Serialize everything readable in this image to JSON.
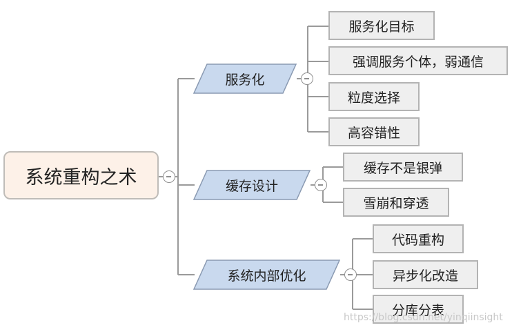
{
  "root": {
    "label": "系统重构之术"
  },
  "branches": [
    {
      "label": "服务化",
      "children": [
        "服务化目标",
        "强调服务个体，弱通信",
        "粒度选择",
        "高容错性"
      ]
    },
    {
      "label": "缓存设计",
      "children": [
        "缓存不是银弹",
        "雪崩和穿透"
      ]
    },
    {
      "label": "系统内部优化",
      "children": [
        "代码重构",
        "异步化改造",
        "分库分表"
      ]
    }
  ],
  "watermark": "https://blog.csdn.net/yinqiinsight",
  "colors": {
    "root_fill": "#fdf1e8",
    "branch_fill": "#c9d9ee",
    "leaf_fill": "#efefef",
    "connector": "#9a9a9a"
  },
  "icons": {
    "collapse_toggle": "circle-minus-icon"
  }
}
